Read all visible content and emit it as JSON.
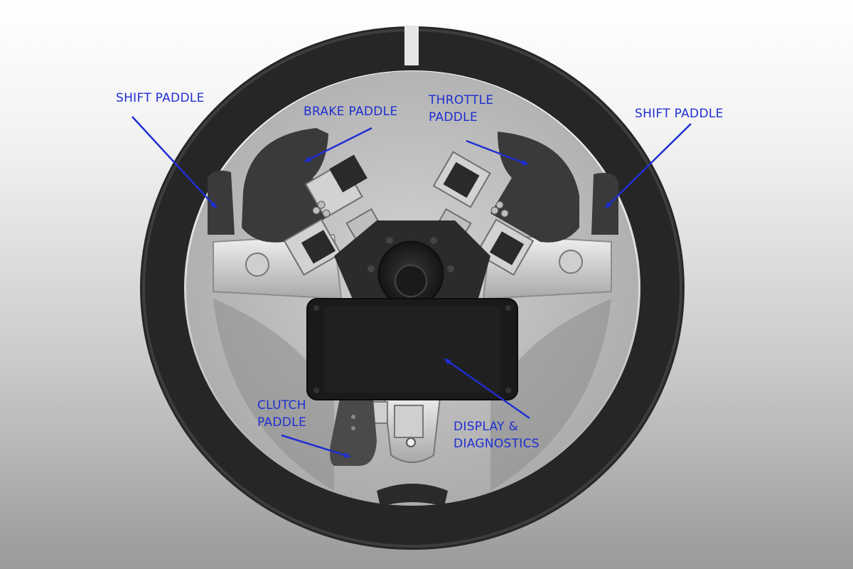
{
  "colors": {
    "label_text": "#1f2fd0",
    "arrow": "#1f2fd0",
    "wheel_rim": "#262626",
    "wheel_face": "#bdbdbd",
    "paddle": "#3a3a3a",
    "aluminium": "#d8d8d8",
    "display": "#1a1a1a",
    "center_stripe": "#e6e6e6"
  },
  "labels": {
    "shift_left": {
      "lines": [
        "SHIFT PADDLE"
      ]
    },
    "brake": {
      "lines": [
        "BRAKE PADDLE"
      ]
    },
    "throttle": {
      "lines": [
        "THROTTLE",
        "PADDLE"
      ]
    },
    "shift_right": {
      "lines": [
        "SHIFT PADDLE"
      ]
    },
    "clutch": {
      "lines": [
        "CLUTCH",
        "PADDLE"
      ]
    },
    "display": {
      "lines": [
        "DISPLAY &",
        "DIAGNOSTICS"
      ]
    }
  }
}
